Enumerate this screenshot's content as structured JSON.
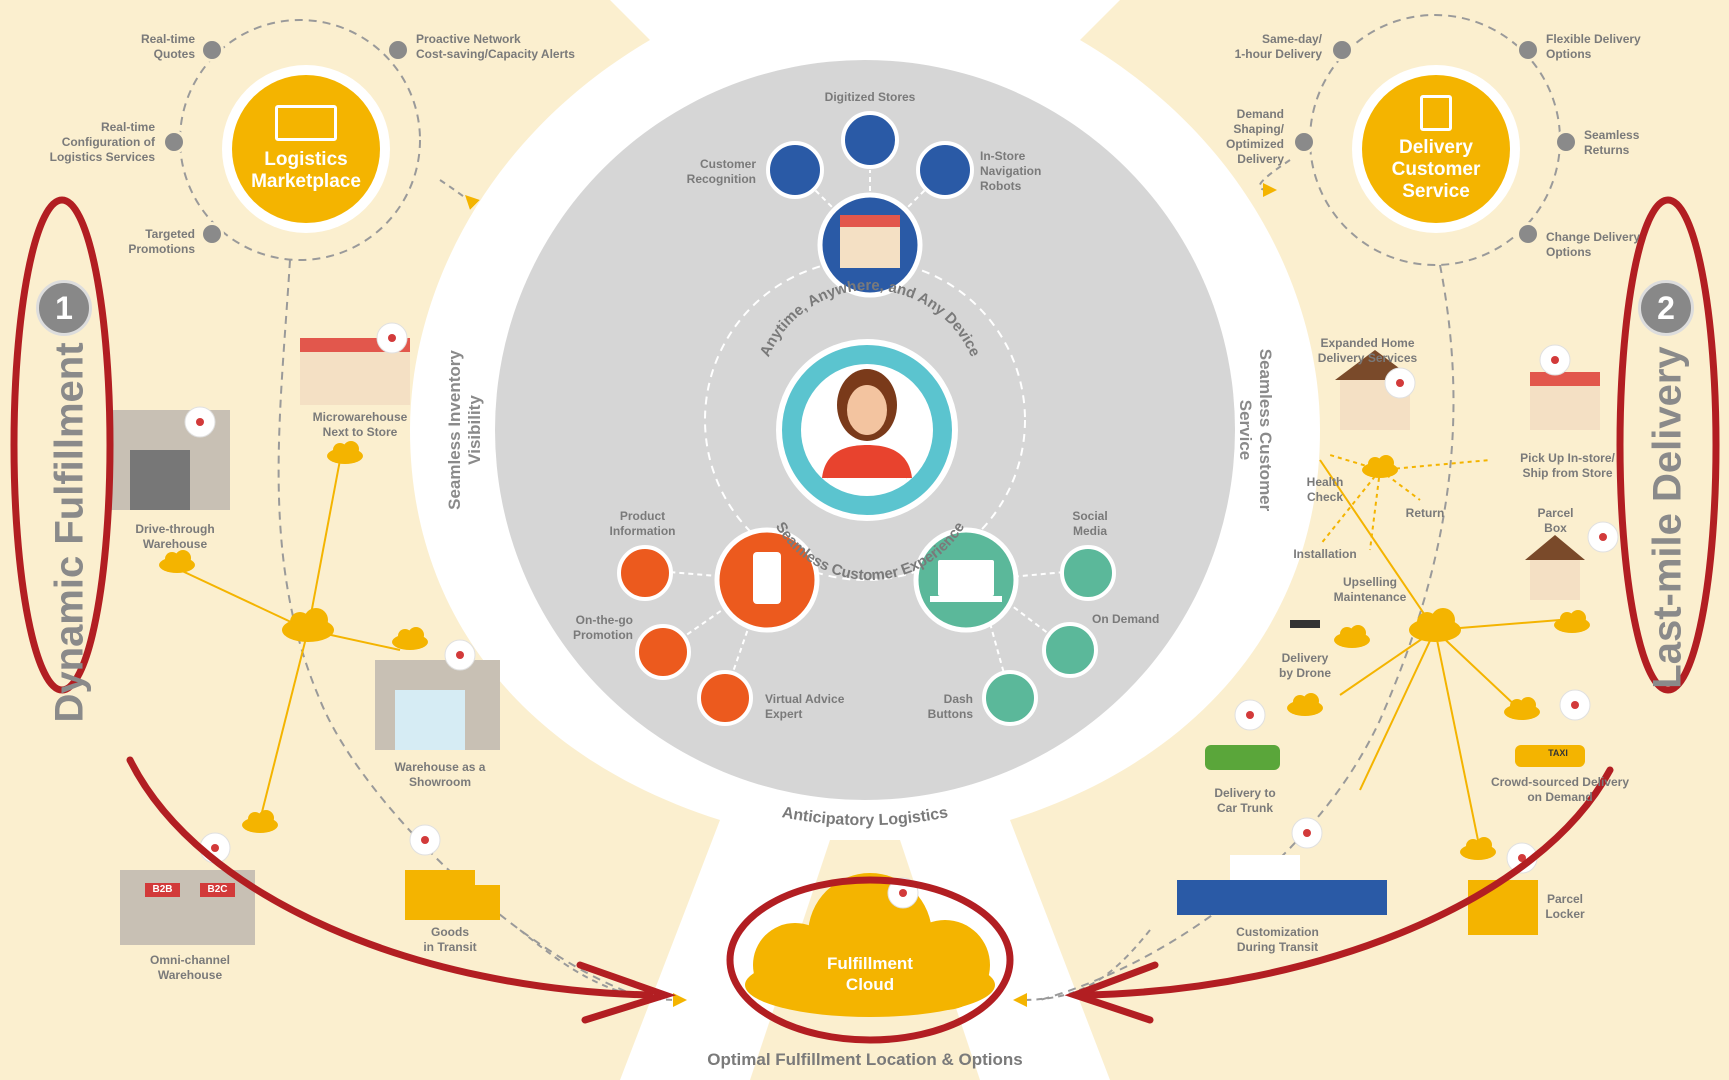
{
  "left": {
    "section_number": "1",
    "section_title": "Dynamic Fulfillment",
    "hub_label": "Logistics\nMarketplace",
    "hub_items": [
      "Real-time\nQuotes",
      "Proactive Network\nCost-saving/Capacity Alerts",
      "Real-time\nConfiguration of\nLogistics Services",
      "Targeted\nPromotions"
    ],
    "nodes": [
      "Microwarehouse\nNext to Store",
      "Drive-through\nWarehouse",
      "Warehouse as a\nShowroom",
      "Omni-channel\nWarehouse",
      "Goods\nin Transit"
    ],
    "side_label": "Seamless Inventory\nVisibility",
    "warehouse_tags": [
      "B2B",
      "B2C"
    ]
  },
  "center": {
    "top_items": [
      "Digitized Stores",
      "Customer\nRecognition",
      "In-Store\nNavigation\nRobots"
    ],
    "arc_top": "Anytime, Anywhere, and Any Device",
    "arc_bottom": "Seamless Customer Experience",
    "left_items": [
      "Product\nInformation",
      "On-the-go\nPromotion",
      "Virtual Advice\nExpert"
    ],
    "right_items": [
      "Social\nMedia",
      "On Demand",
      "Dash\nButtons"
    ],
    "bottom_label": "Anticipatory Logistics",
    "cloud_label": "Fulfillment\nCloud",
    "footer": "Optimal Fulfillment Location & Options"
  },
  "right": {
    "section_number": "2",
    "section_title": "Last-mile Delivery",
    "hub_label": "Delivery\nCustomer\nService",
    "hub_items": [
      "Same-day/\n1-hour Delivery",
      "Flexible Delivery\nOptions",
      "Demand\nShaping/\nOptimized\nDelivery",
      "Seamless\nReturns",
      "Change Delivery\nOptions"
    ],
    "side_label": "Seamless Customer\nService",
    "service_items": [
      "Expanded Home\nDelivery Services",
      "Health\nCheck",
      "Return",
      "Installation",
      "Upselling\nMaintenance"
    ],
    "nodes": [
      "Pick Up In-store/\nShip from Store",
      "Parcel\nBox",
      "Delivery\nby Drone",
      "Delivery to\nCar Trunk",
      "Crowd-sourced Delivery\non Demand",
      "Customization\nDuring Transit",
      "Parcel\nLocker"
    ],
    "taxi_tag": "TAXI"
  },
  "colors": {
    "background": "#fbefcf",
    "accent_yellow": "#f4b400",
    "center_gray": "#d6d6d6",
    "blue": "#2a5aa6",
    "orange": "#ec5a1e",
    "green": "#5bb89a",
    "teal": "#5bc4cf",
    "red_annotation": "#b21e22"
  }
}
